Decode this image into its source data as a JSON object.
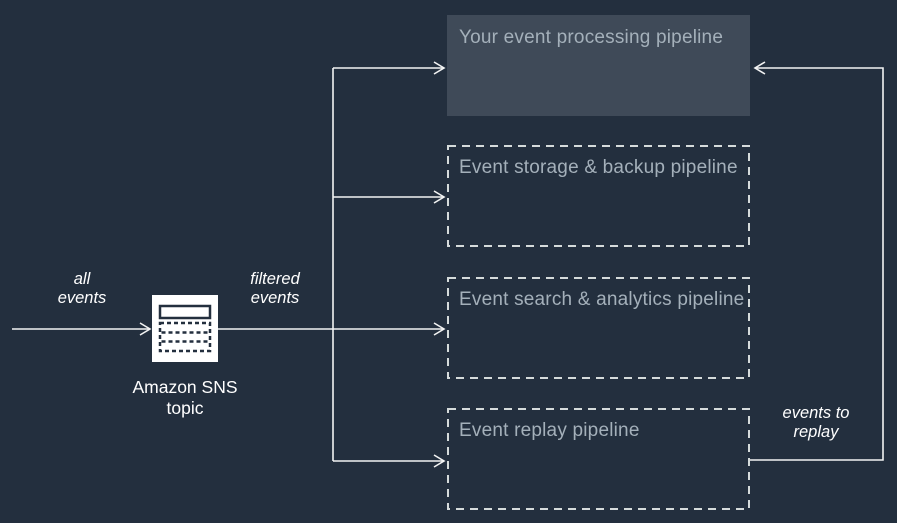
{
  "diagram": {
    "pipelines": [
      {
        "title": "Your event processing pipeline",
        "style": "solid"
      },
      {
        "title": "Event storage & backup pipeline",
        "style": "dashed"
      },
      {
        "title": "Event search & analytics pipeline",
        "style": "dashed"
      },
      {
        "title": "Event replay pipeline",
        "style": "dashed"
      }
    ],
    "labels": {
      "all_events": "all\nevents",
      "filtered_events": "filtered\nevents",
      "events_to_replay": "events to\nreplay",
      "sns_topic": "Amazon SNS\ntopic"
    },
    "icons": {
      "sns": "sns-topic-icon"
    },
    "colors": {
      "background": "#232f3e",
      "solid_box_fill": "#3f4a58",
      "box_title": "#a4b0ba",
      "connector": "#f2f3f3",
      "dashed_border": "#d5dbdb",
      "label_text": "#ffffff",
      "icon_fill": "#ffffff",
      "icon_glyph": "#232f3e"
    }
  }
}
